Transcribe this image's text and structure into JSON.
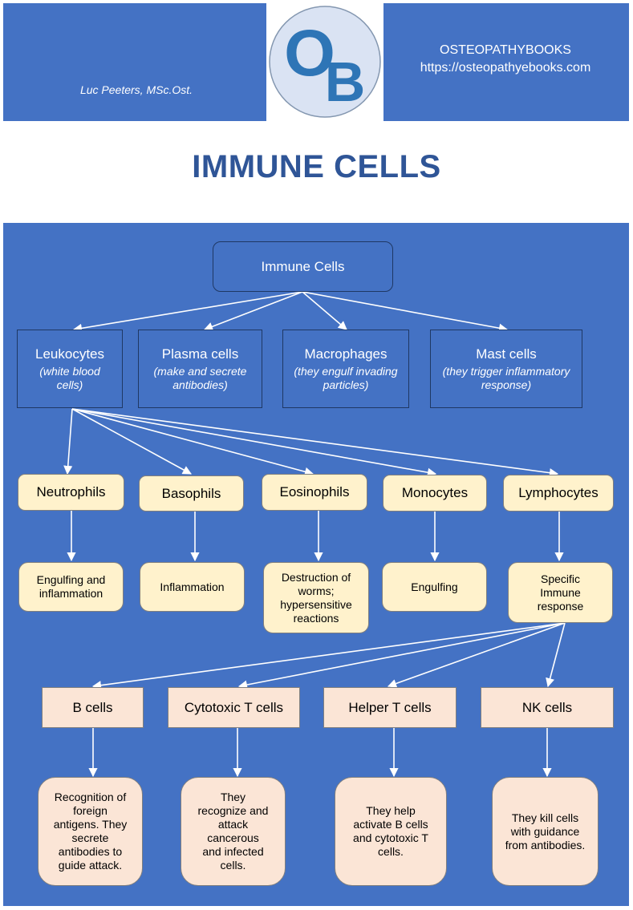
{
  "header": {
    "author": "Luc Peeters, MSc.Ost.",
    "brand_name": "OSTEOPATHYBOOKS",
    "brand_url": "https://osteopathyebooks.com",
    "logo_letters": "OB"
  },
  "title": "IMMUNE CELLS",
  "colors": {
    "band": "#4472c4",
    "title": "#2f5597",
    "level2_fill": "#fff2cc",
    "level3_fill": "#fbe5d6"
  },
  "diagram": {
    "root": "Immune Cells",
    "categories": [
      {
        "label": "Leukocytes",
        "note": "(white blood cells)"
      },
      {
        "label": "Plasma cells",
        "note": "(make and secrete antibodies)"
      },
      {
        "label": "Macrophages",
        "note": "(they engulf invading particles)"
      },
      {
        "label": "Mast cells",
        "note": "(they trigger inflammatory response)"
      }
    ],
    "leukocytes": [
      {
        "label": "Neutrophils",
        "function": "Engulfing and inflammation"
      },
      {
        "label": "Basophils",
        "function": "Inflammation"
      },
      {
        "label": "Eosinophils",
        "function": "Destruction of worms; hypersensitive reactions"
      },
      {
        "label": "Monocytes",
        "function": "Engulfing"
      },
      {
        "label": "Lymphocytes",
        "function": "Specific Immune response"
      }
    ],
    "lymphocytes": [
      {
        "label": "B cells",
        "function": "Recognition of foreign antigens. They secrete antibodies to guide attack."
      },
      {
        "label": "Cytotoxic T cells",
        "function": "They recognize and attack cancerous and infected cells."
      },
      {
        "label": "Helper T cells",
        "function": "They help activate B cells and cytotoxic T cells."
      },
      {
        "label": "NK cells",
        "function": "They kill cells with guidance from antibodies."
      }
    ]
  }
}
